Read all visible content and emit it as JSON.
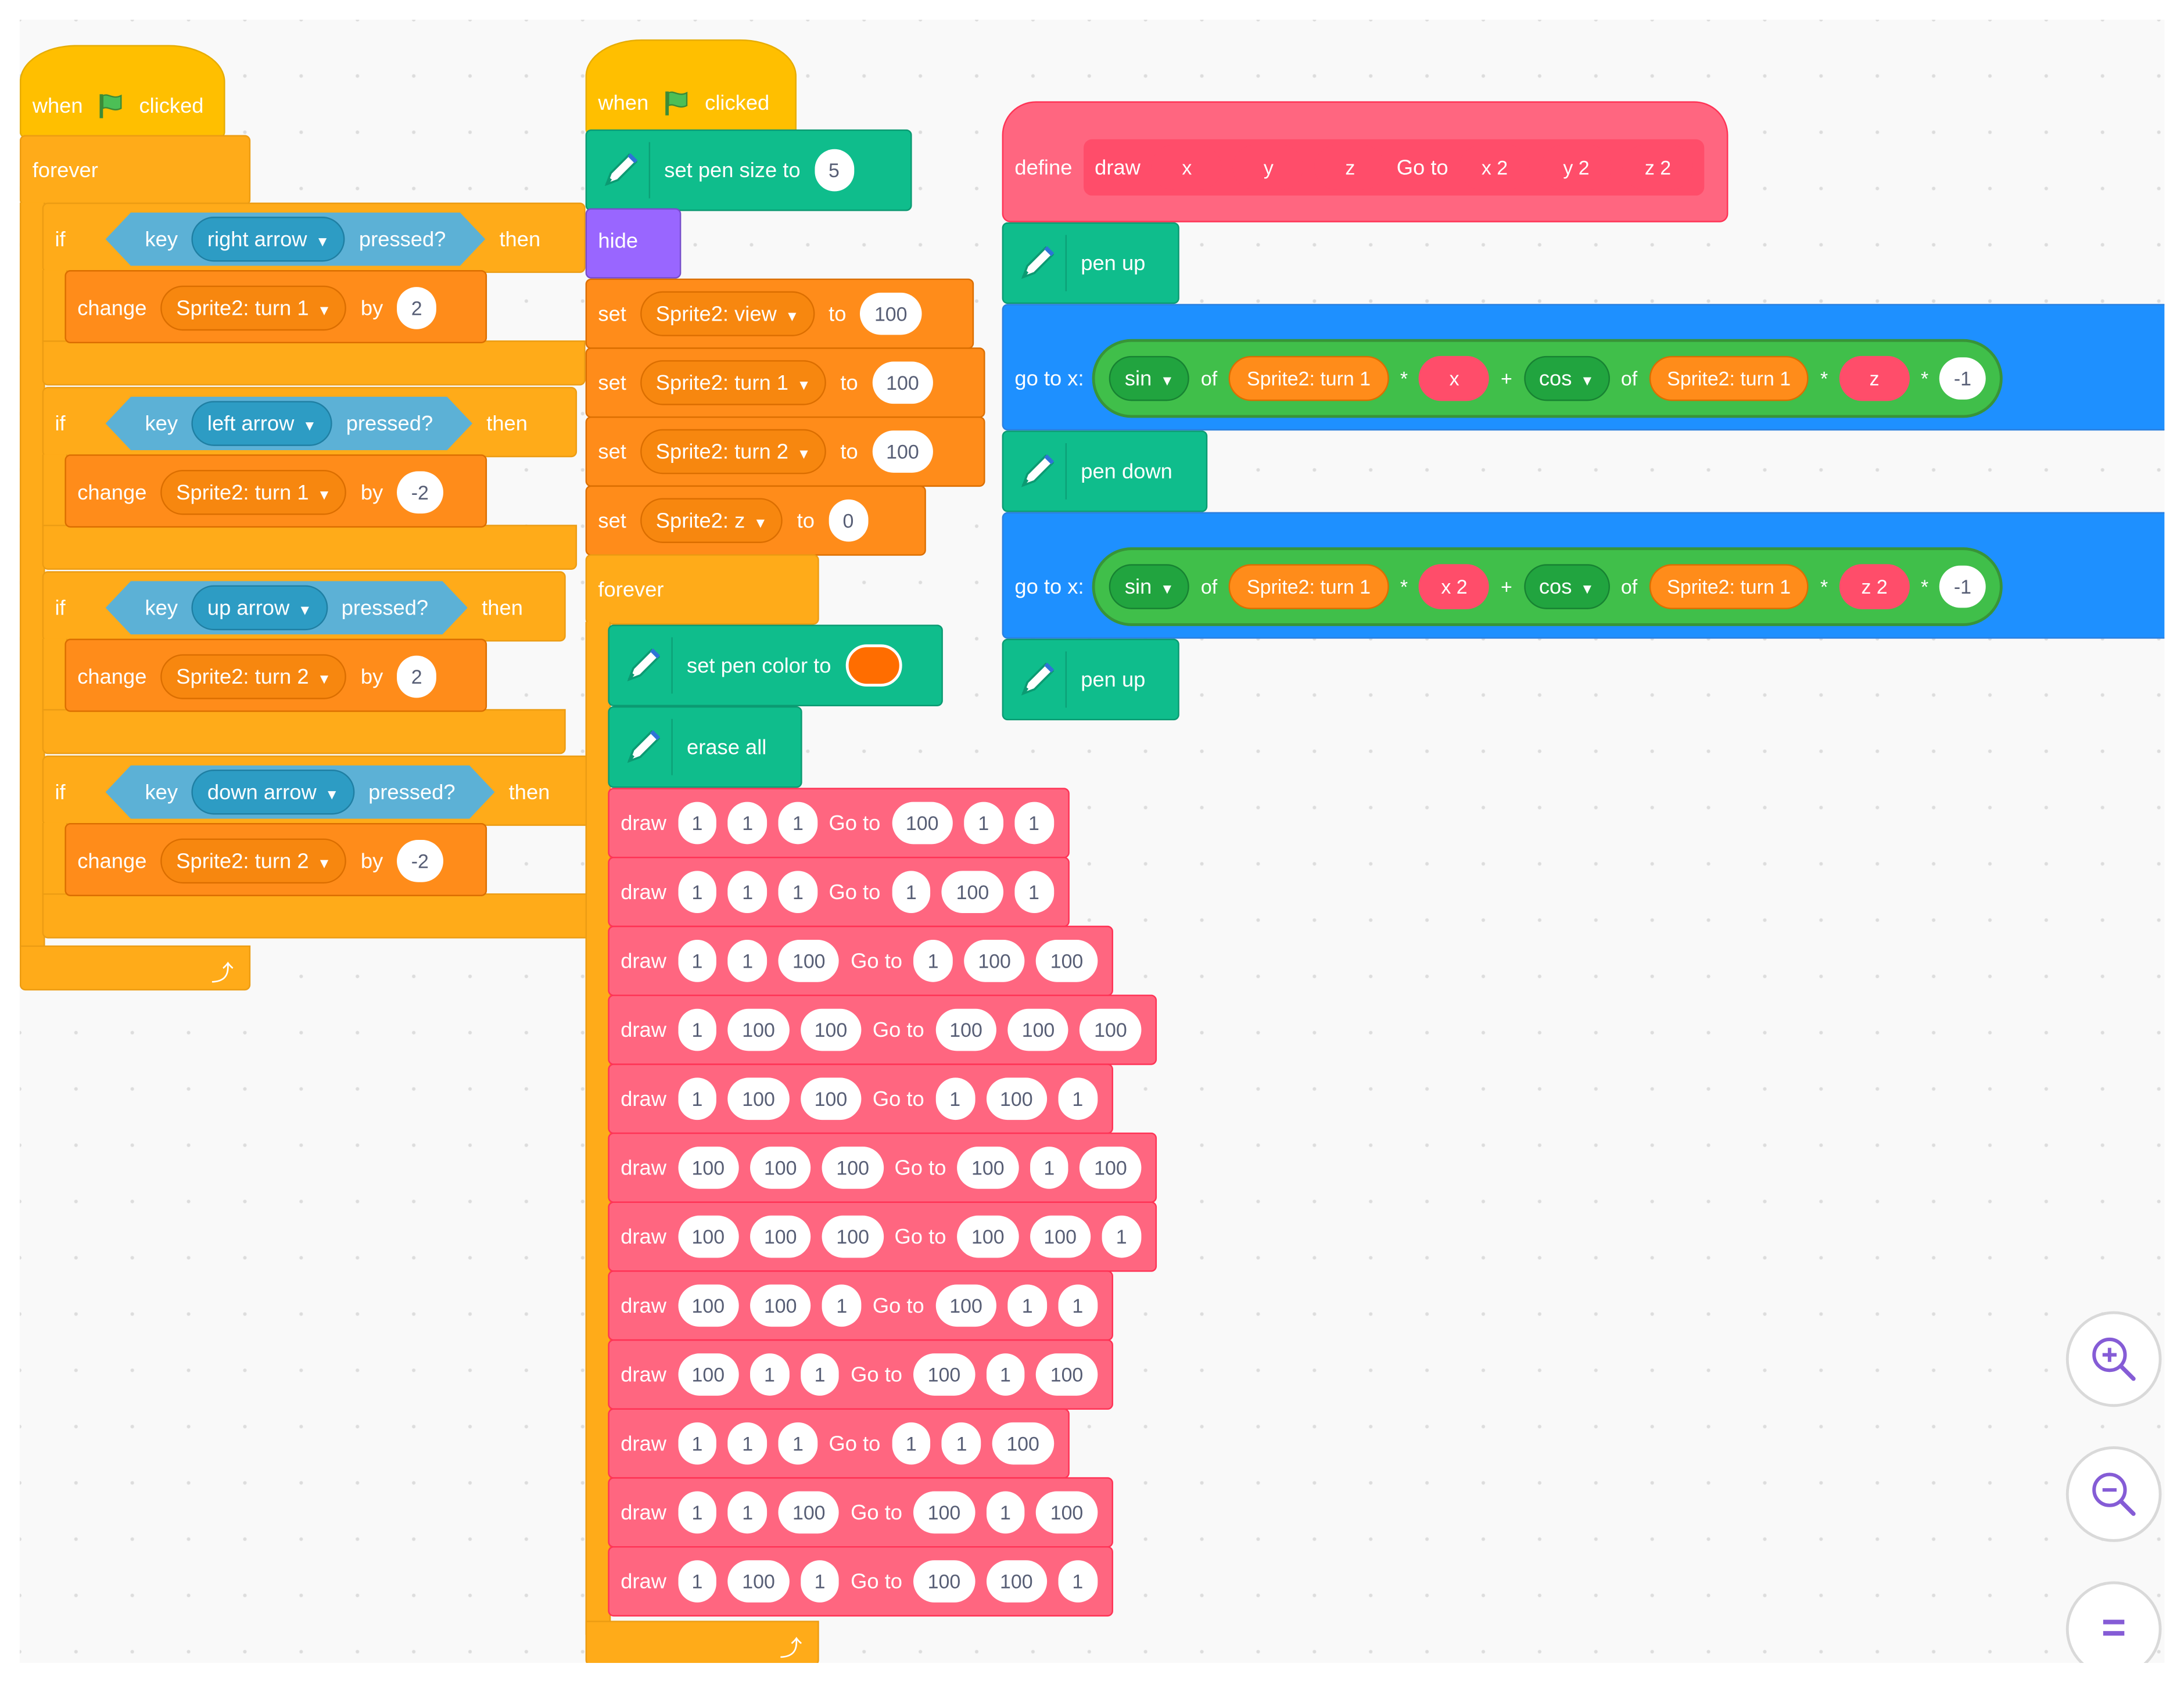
{
  "script1": {
    "hat": {
      "when": "when",
      "clicked": "clicked"
    },
    "forever": "forever",
    "if_blocks": [
      {
        "if": "if",
        "key": "key",
        "key_name": "right arrow",
        "pressed": "pressed?",
        "then": "then",
        "change": "change",
        "var": "Sprite2: turn 1",
        "by": "by",
        "value": "2"
      },
      {
        "if": "if",
        "key": "key",
        "key_name": "left arrow",
        "pressed": "pressed?",
        "then": "then",
        "change": "change",
        "var": "Sprite2: turn 1",
        "by": "by",
        "value": "-2"
      },
      {
        "if": "if",
        "key": "key",
        "key_name": "up arrow",
        "pressed": "pressed?",
        "then": "then",
        "change": "change",
        "var": "Sprite2: turn 2",
        "by": "by",
        "value": "2"
      },
      {
        "if": "if",
        "key": "key",
        "key_name": "down arrow",
        "pressed": "pressed?",
        "then": "then",
        "change": "change",
        "var": "Sprite2: turn 2",
        "by": "by",
        "value": "-2"
      }
    ]
  },
  "script2": {
    "hat": {
      "when": "when",
      "clicked": "clicked"
    },
    "pen_size": {
      "label": "set pen size to",
      "value": "5"
    },
    "hide": "hide",
    "sets": [
      {
        "set": "set",
        "var": "Sprite2: view",
        "to": "to",
        "value": "100"
      },
      {
        "set": "set",
        "var": "Sprite2: turn 1",
        "to": "to",
        "value": "100"
      },
      {
        "set": "set",
        "var": "Sprite2: turn 2",
        "to": "to",
        "value": "100"
      },
      {
        "set": "set",
        "var": "Sprite2: z",
        "to": "to",
        "value": "0"
      }
    ],
    "forever": "forever",
    "pen_color": {
      "label": "set pen color to",
      "color": "#ff6d00"
    },
    "erase_all": "erase all",
    "draw_label": "draw",
    "goto_label": "Go to",
    "draws": [
      [
        "1",
        "1",
        "1",
        "100",
        "1",
        "1"
      ],
      [
        "1",
        "1",
        "1",
        "1",
        "100",
        "1"
      ],
      [
        "1",
        "1",
        "100",
        "1",
        "100",
        "100"
      ],
      [
        "1",
        "100",
        "100",
        "100",
        "100",
        "100"
      ],
      [
        "1",
        "100",
        "100",
        "1",
        "100",
        "1"
      ],
      [
        "100",
        "100",
        "100",
        "100",
        "1",
        "100"
      ],
      [
        "100",
        "100",
        "100",
        "100",
        "100",
        "1"
      ],
      [
        "100",
        "100",
        "1",
        "100",
        "1",
        "1"
      ],
      [
        "100",
        "1",
        "1",
        "100",
        "1",
        "100"
      ],
      [
        "1",
        "1",
        "1",
        "1",
        "1",
        "100"
      ],
      [
        "1",
        "1",
        "100",
        "100",
        "1",
        "100"
      ],
      [
        "1",
        "100",
        "1",
        "100",
        "100",
        "1"
      ]
    ]
  },
  "script3": {
    "define": "define",
    "proto": {
      "name": "draw",
      "args": [
        "x",
        "y",
        "z"
      ],
      "goto": "Go to",
      "args2": [
        "x 2",
        "y 2",
        "z 2"
      ]
    },
    "pen_up": "pen up",
    "pen_down": "pen down",
    "goto_x": "go to x:",
    "goto1": {
      "sin": "sin",
      "of": "of",
      "var": "Sprite2: turn 1",
      "mul": "*",
      "arg": "x",
      "plus": "+",
      "cos": "cos",
      "var2": "Sprite2: turn 1",
      "arg2": "z",
      "neg": "-1"
    },
    "goto2": {
      "sin": "sin",
      "of": "of",
      "var": "Sprite2: turn 1",
      "mul": "*",
      "arg": "x 2",
      "plus": "+",
      "cos": "cos",
      "var2": "Sprite2: turn 1",
      "arg2": "z 2",
      "neg": "-1"
    }
  },
  "zoom": {
    "in_icon": "zoom-in-icon",
    "out_icon": "zoom-out-icon",
    "reset_icon": "zoom-reset-icon",
    "reset_glyph": "="
  },
  "colors": {
    "events": "#ffbf00",
    "control": "#ffab19",
    "data": "#ff8c1a",
    "pen": "#0fbd8c",
    "looks": "#9966ff",
    "motion": "#1e90ff",
    "myblocks": "#ff6680",
    "operators": "#40bf4a",
    "sensing": "#5cb1d6"
  }
}
